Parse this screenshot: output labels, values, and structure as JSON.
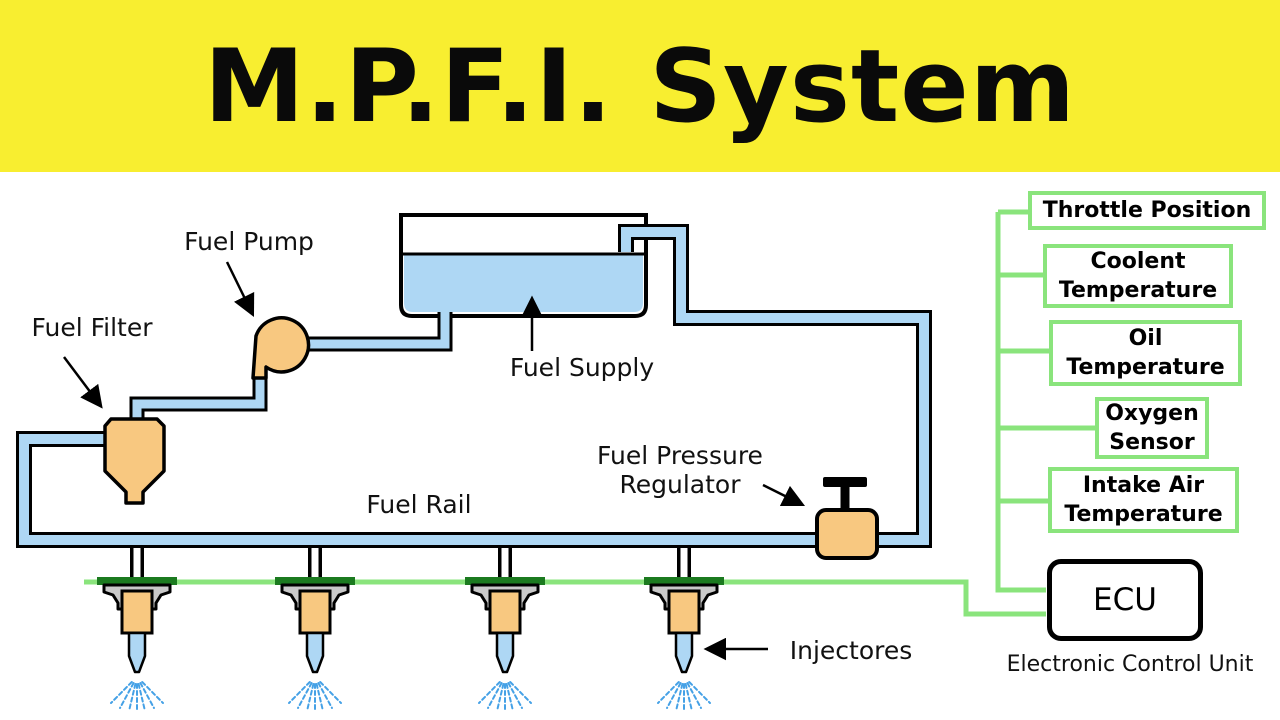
{
  "banner": {
    "title": "M.P.F.I. System",
    "background": "#f8ee30",
    "text_color": "#0a0a0a"
  },
  "diagram": {
    "labels": {
      "fuel_pump": "Fuel Pump",
      "fuel_filter": "Fuel Filter",
      "fuel_supply": "Fuel Supply",
      "fuel_rail": "Fuel Rail",
      "regulator_line1": "Fuel Pressure",
      "regulator_line2": "Regulator",
      "injectors": "Injectores"
    },
    "sensors": [
      {
        "label": "Throttle Position"
      },
      {
        "label": "Coolent Temperature"
      },
      {
        "label": "Oil Temperature"
      },
      {
        "label": "Oxygen Sensor"
      },
      {
        "label": "Intake Air Temperature"
      }
    ],
    "ecu": {
      "label": "ECU",
      "caption": "Electronic Control Unit"
    },
    "colors": {
      "pipe_fill": "#aed7f4",
      "component_orange": "#f8c880",
      "signal_green": "#8ae47c",
      "injector_cap_green": "#1b7a1f",
      "injector_gray": "#c9c9c9",
      "spray_blue": "#45a1e6",
      "outline_black": "#000000"
    }
  }
}
